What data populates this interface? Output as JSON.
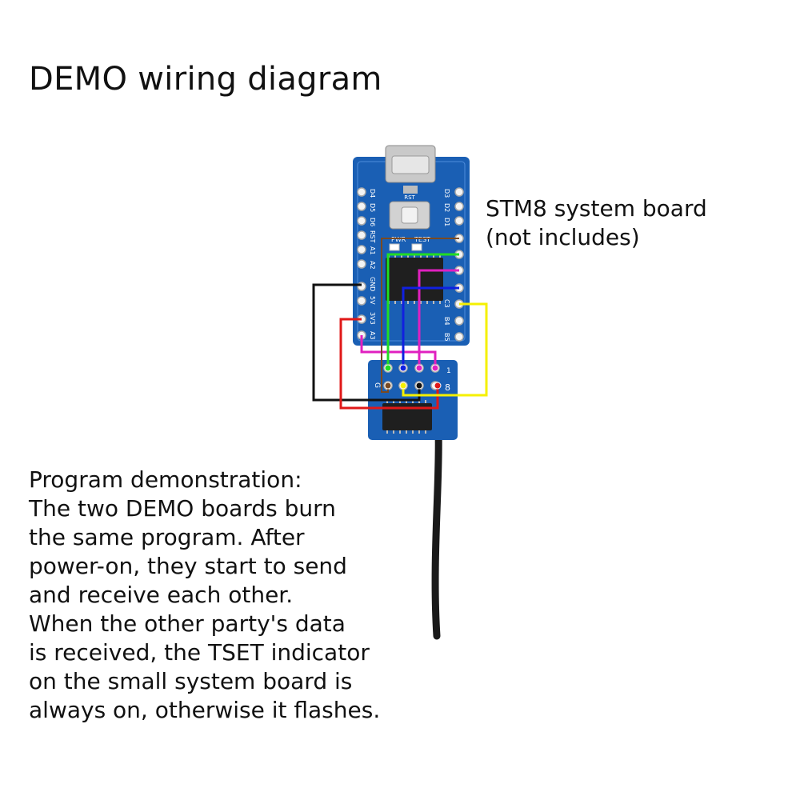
{
  "title": "DEMO wiring diagram",
  "board_caption": {
    "line1": "STM8 system board",
    "line2": "(not includes)"
  },
  "board_labels": {
    "left_pins": [
      "D4",
      "D5",
      "D6",
      "RST",
      "A1",
      "A2",
      "GND",
      "5V",
      "3V3",
      "A3"
    ],
    "right_pins": [
      "D3",
      "D2",
      "D1",
      "",
      "",
      "",
      "",
      "C3",
      "B4",
      "B5"
    ],
    "top_silk": [
      "PWR",
      "TEST"
    ],
    "button_silk": "RST",
    "module_pin_first": "G",
    "module_pin_last": "8",
    "module_pin_top": "1"
  },
  "wire_colors": {
    "black": "#111111",
    "red": "#e01818",
    "magenta": "#e020c0",
    "green": "#22dd22",
    "blue": "#1020e0",
    "yellow": "#f5f000",
    "brown": "#7a4a22",
    "board": "#1a5fb4"
  },
  "program_text": [
    "Program demonstration:",
    "The two DEMO boards burn",
    "the same program. After",
    "power-on, they start to send",
    "and receive each other.",
    "When the other party's data",
    "is received, the TSET indicator",
    "on the small system board is",
    "always on, otherwise it flashes."
  ]
}
